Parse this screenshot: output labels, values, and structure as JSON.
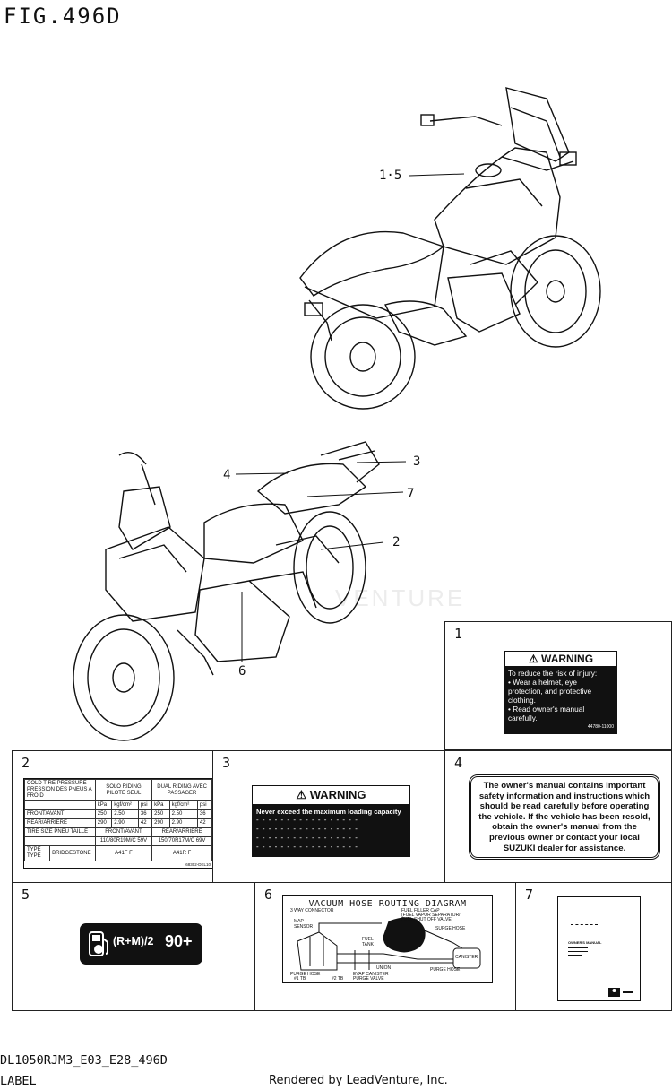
{
  "figure": {
    "title": "FIG.496D"
  },
  "watermark": "VENTURE",
  "callouts": {
    "c15": "1·5",
    "c2": "2",
    "c3": "3",
    "c4": "4",
    "c6": "6",
    "c7": "7"
  },
  "panels": {
    "p1": {
      "num": "1",
      "warning_heading": "WARNING",
      "lines": [
        "To reduce the risk of injury:",
        "• Wear a helmet, eye",
        "  protection, and protective",
        "  clothing.",
        "• Read owner's manual",
        "  carefully."
      ],
      "code": "44780-11000"
    },
    "p2": {
      "num": "2",
      "header": [
        "COLD TIRE PRESSURE",
        "PRESSION DES PNEUS A FROID",
        "SOLO RIDING PILOTE SEUL",
        "DUAL RIDING AVEC PASSAGER"
      ],
      "units": [
        "kPa",
        "kgf/cm²",
        "psi",
        "kPa",
        "kgf/cm²",
        "psi"
      ],
      "front_label": "FRONT/AVANT",
      "rear_label": "REAR/ARRIERE",
      "front_values": [
        "250",
        "2.50",
        "36",
        "250",
        "2.50",
        "36"
      ],
      "rear_values": [
        "290",
        "2.90",
        "42",
        "290",
        "2.90",
        "42"
      ],
      "tire_size_label": "TIRE SIZE PNEU TAILLE",
      "front_avant": "FRONT/AVANT",
      "rear_arriere": "REAR/ARRIERE",
      "front_size": "110/80R19M/C 59V",
      "rear_size": "150/70R17M/C 69V",
      "type_label": "TYPE TYPE",
      "brand": "BRIDGESTONE",
      "front_type": "A41F F",
      "rear_type": "A41R F",
      "code": "68302-DEL10"
    },
    "p3": {
      "num": "3",
      "warning_heading": "WARNING",
      "text": "Never exceed the maximum loading capacity",
      "dash_line": "- - - - - - - - - - - - - - - - -"
    },
    "p4": {
      "num": "4",
      "text": "The owner's manual contains important safety information and instructions which should be read carefully before operating the vehicle. If the vehicle has been resold, obtain the owner's manual from the previous owner or contact your local SUZUKI dealer for assistance."
    },
    "p5": {
      "num": "5",
      "rm_label": "(R+M)/2",
      "octane": "90+"
    },
    "p6": {
      "num": "6",
      "title": "VACUUM HOSE ROUTING DIAGRAM",
      "labels": {
        "connector": "3 WAY CONNECTOR",
        "map": "MAP SENSOR",
        "filler": "FUEL FILLER CAP",
        "separator": "(FUEL VAPOR SEPARATOR/",
        "shutoff": "FUEL SHUT OFF VALVE)",
        "surge": "SURGE HOSE",
        "canister": "CANISTER",
        "fuel_tank": "FUEL TANK",
        "union": "UNION",
        "purge_left": "PURGE HOSE",
        "purge_right": "PURGE HOSE",
        "tb1": "#1 TB",
        "tb2": "#2 TB",
        "evap": "EVAP CANISTER",
        "purge_valve": "PURGE VALVE"
      }
    },
    "p7": {
      "num": "7",
      "cover_text": "OWNER'S MANUAL"
    }
  },
  "footer": {
    "model_code": "DL1050RJM3_E03_E28_496D",
    "category": "LABEL",
    "rendered_by": "Rendered by LeadVenture, Inc."
  }
}
